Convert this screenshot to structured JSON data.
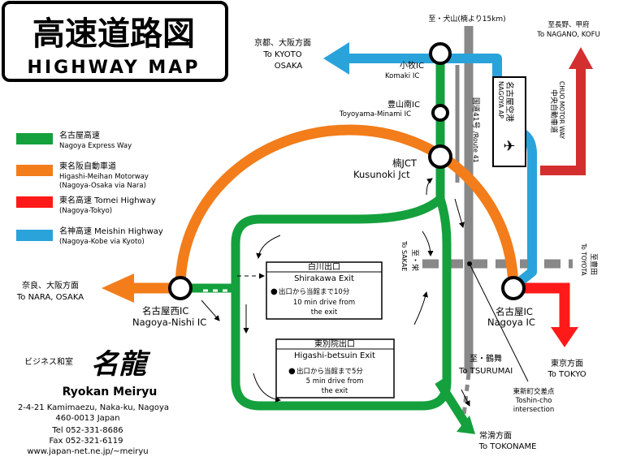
{
  "title": {
    "jp": "高速道路図",
    "en": "HIGHWAY MAP"
  },
  "legend": [
    {
      "jp": "名古屋高速",
      "en": "Nagoya Express Way",
      "color": "#14a03c"
    },
    {
      "jp": "東名阪自動車道",
      "en": "Higashi-Meihan Motorway",
      "en2": "(Nagoya-Osaka via Nara)",
      "color": "#f27d1a"
    },
    {
      "jp": "東名高速 Tomei Highway",
      "en": "(Nagoya-Tokyo)",
      "color": "#ff1a1a"
    },
    {
      "jp": "名神高速 Meishin Highway",
      "en": "(Nagoya-Kobe via Kyoto)",
      "color": "#2aa3db"
    }
  ],
  "colors": {
    "green": "#14a03c",
    "orange": "#f27d1a",
    "red": "#ff1a1a",
    "darkred": "#d42f2f",
    "blue": "#2aa3db",
    "gray": "#888888"
  },
  "directions": {
    "inuyama": "至・犬山(楠より15km)",
    "kyoto_jp": "京都、大阪方面",
    "kyoto_en1": "To KYOTO",
    "kyoto_en2": "OSAKA",
    "nagano_jp": "至長野、甲府",
    "nagano_en": "To NAGANO, KOFU",
    "chuo_jp": "中央自動車道",
    "chuo_en": "CHUO MOTOR WAY",
    "nara_jp": "奈良、大阪方面",
    "nara_en": "To NARA, OSAKA",
    "toyota_jp": "至豊田",
    "toyota_en": "To TOYOTA",
    "tokyo_jp": "東京方面",
    "tokyo_en": "To TOKYO",
    "sakae_jp": "至・栄",
    "sakae_en": "To SAKAE",
    "tsurumai_jp": "至・鶴舞",
    "tsurumai_en": "To TSURUMAI",
    "tokoname_jp": "常滑方面",
    "tokoname_en": "To TOKONAME"
  },
  "interchanges": {
    "komaki": {
      "jp": "小牧IC",
      "en": "Komaki IC"
    },
    "toyoyama": {
      "jp": "豊山南IC",
      "en": "Toyoyama-Minami IC"
    },
    "kusunoki": {
      "jp": "楠JCT",
      "en": "Kusunoki Jct"
    },
    "nishi": {
      "jp": "名古屋西IC",
      "en": "Nagoya-Nishi IC"
    },
    "nagoya": {
      "jp": "名古屋IC",
      "en": "Nagoya IC"
    }
  },
  "airport": {
    "jp": "名古屋空港",
    "en": "NAGOYA AP"
  },
  "route41": {
    "jp": "国道41号",
    "en": "/Route 41"
  },
  "exits": {
    "shirakawa": {
      "jp": "白川出口",
      "en": "Shirakawa Exit",
      "walk_jp": "出口から当館まで10分",
      "walk_en1": "10 min drive from",
      "walk_en2": "the exit"
    },
    "higashi": {
      "jp": "東別院出口",
      "en": "Higashi-betsuin Exit",
      "walk_jp": "出口から当館まで5分",
      "walk_en1": "5 min drive from",
      "walk_en2": "the exit"
    }
  },
  "toshincho": {
    "jp": "東新町交差点",
    "en1": "Toshin-cho",
    "en2": "intersection"
  },
  "hotel": {
    "tag": "ビジネス和室",
    "name_jp": "名龍",
    "name_en": "Ryokan Meiryu",
    "address1": "2-4-21 Kamimaezu, Naka-ku, Nagoya",
    "address2": "460-0013 Japan",
    "tel": "Tel 052-331-8686",
    "fax": "Fax 052-321-6119",
    "web": "www.japan-net.ne.jp/~meiryu"
  }
}
